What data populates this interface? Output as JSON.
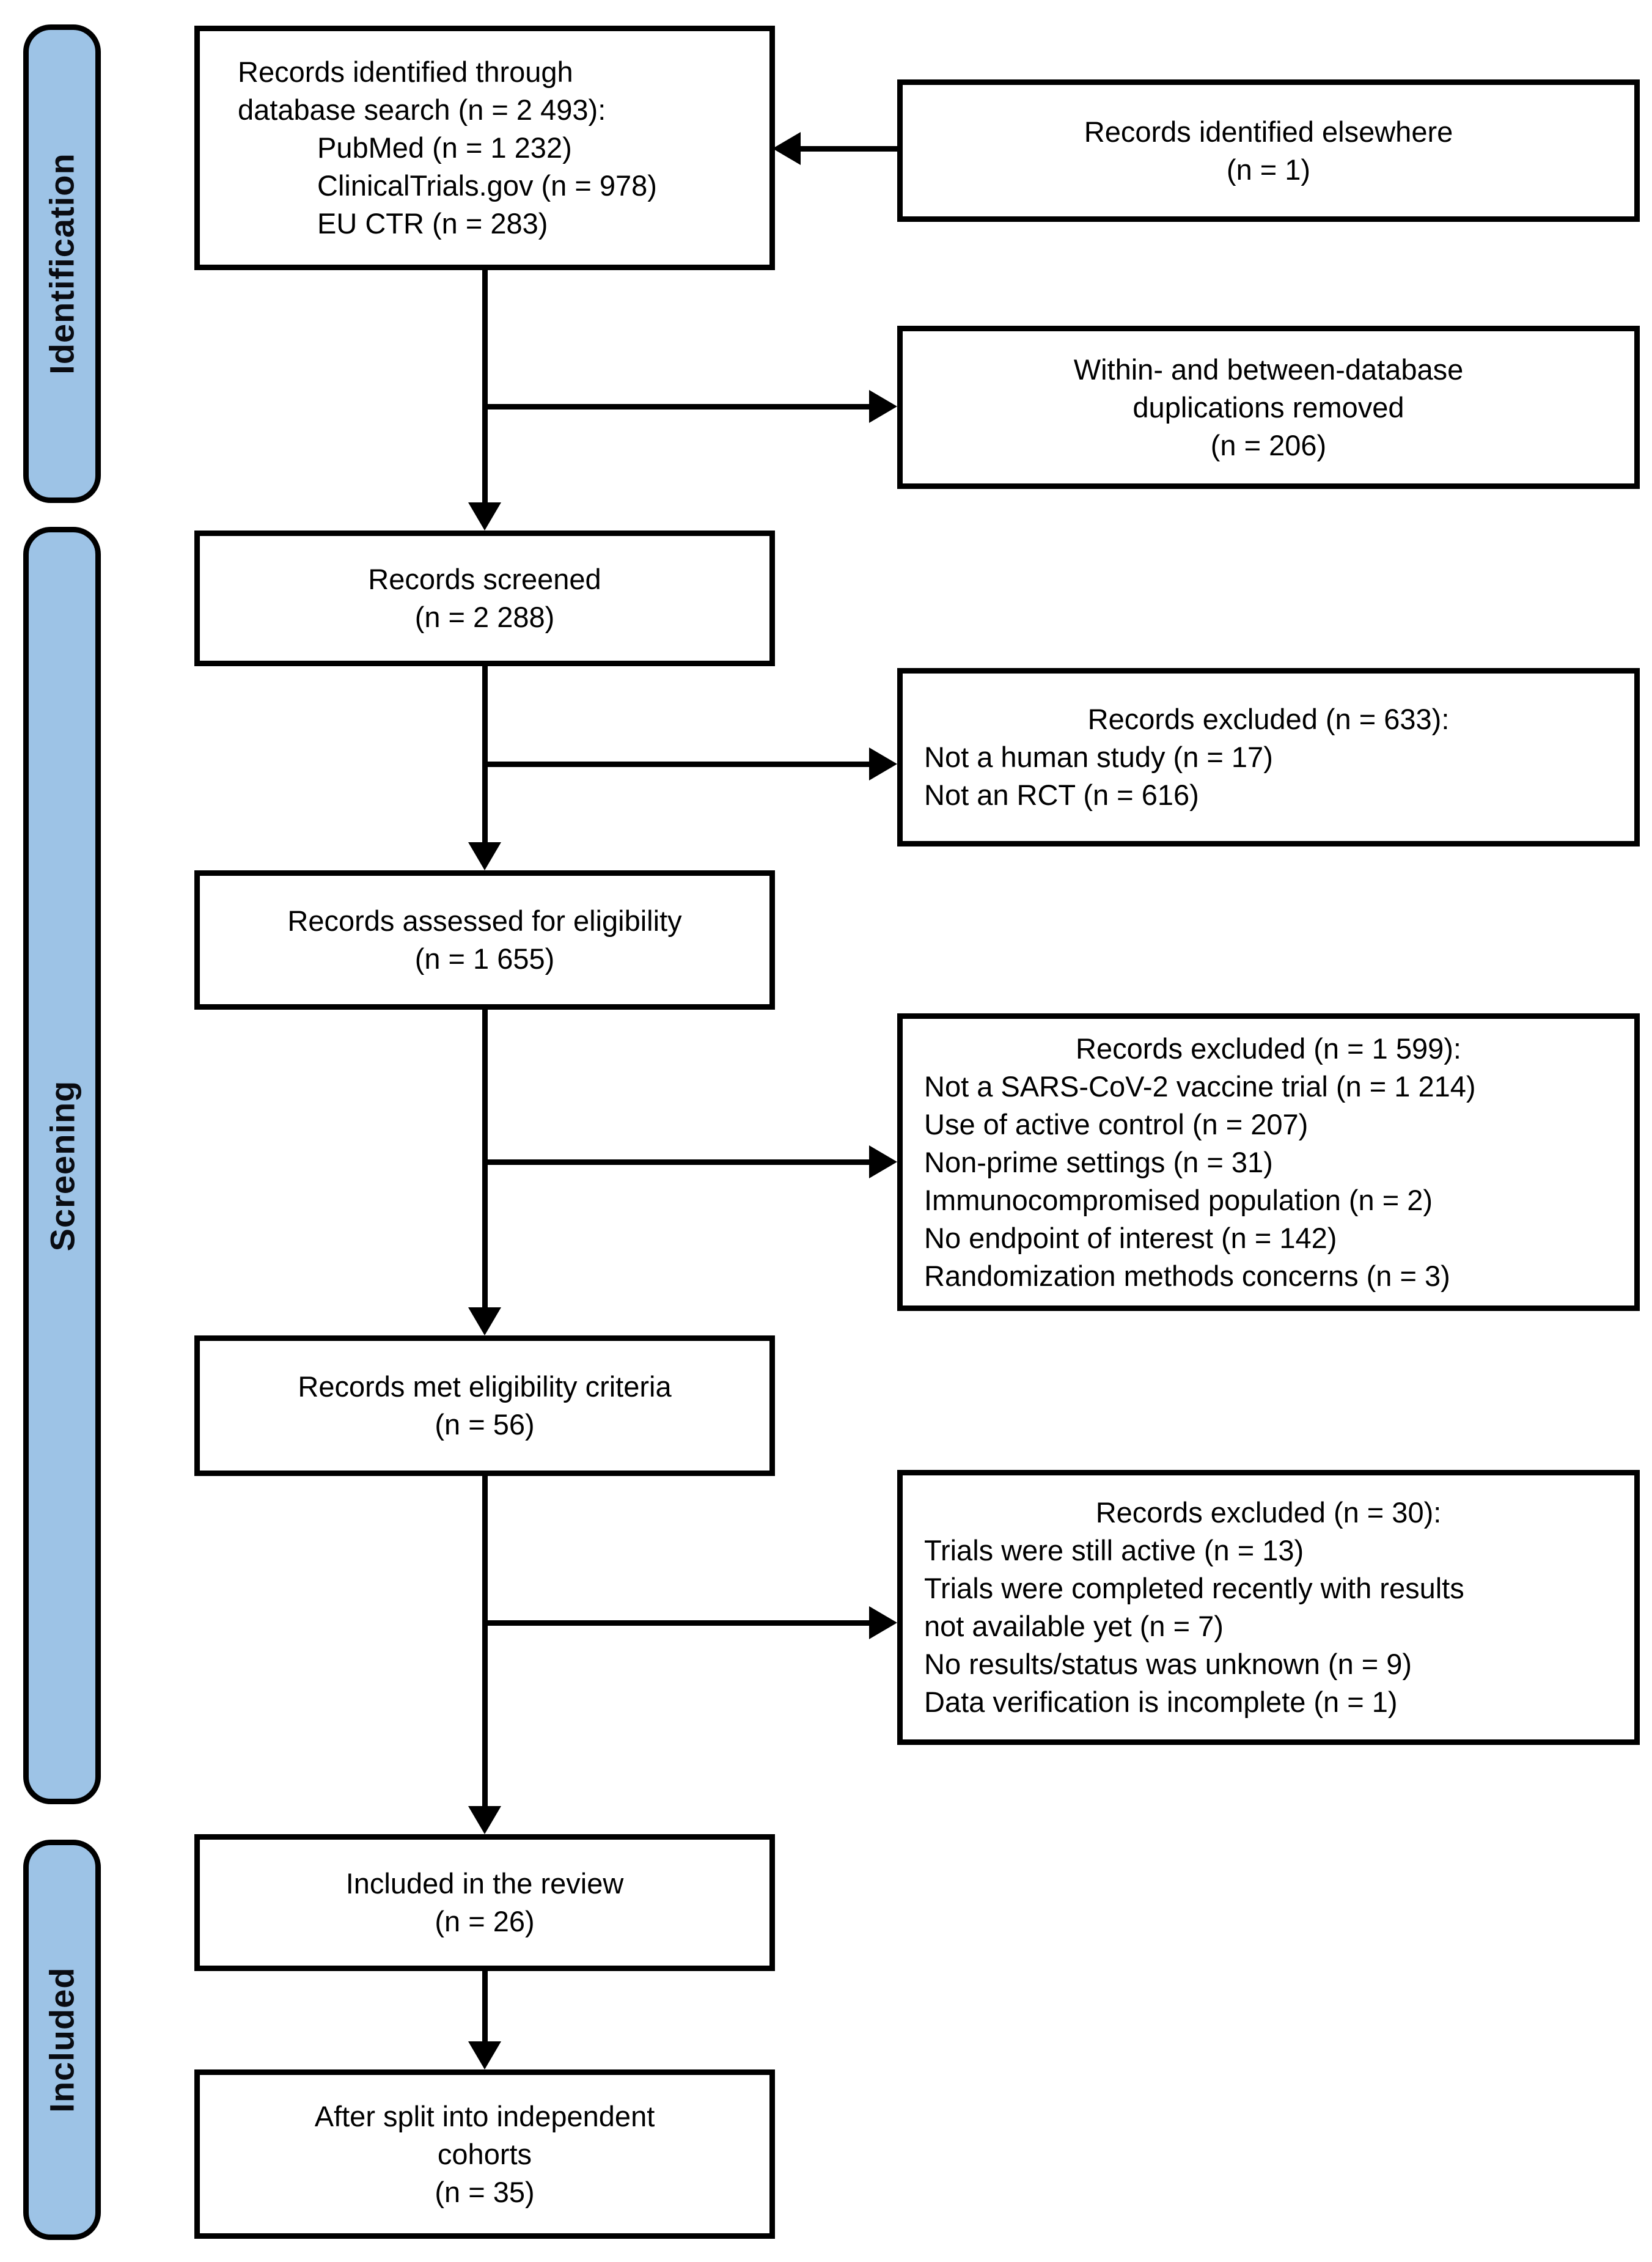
{
  "sidebar": {
    "identification": "Identification",
    "screening": "Screening",
    "included": "Included"
  },
  "boxes": {
    "identified": {
      "line1": "Records identified through",
      "line2": "database search (n = 2 493):",
      "item1": "PubMed (n = 1 232)",
      "item2": "ClinicalTrials.gov (n = 978)",
      "item3": "EU CTR (n = 283)"
    },
    "elsewhere": {
      "line1": "Records identified elsewhere",
      "line2": "(n = 1)"
    },
    "duplications": {
      "line1": "Within- and between-database",
      "line2": "duplications removed",
      "line3": "(n = 206)"
    },
    "screened": {
      "line1": "Records screened",
      "line2": "(n = 2 288)"
    },
    "excluded_screening": {
      "heading": "Records excluded (n = 633):",
      "item1": "Not a human study (n = 17)",
      "item2": "Not an RCT (n = 616)"
    },
    "assessed": {
      "line1": "Records assessed for eligibility",
      "line2": "(n = 1 655)"
    },
    "excluded_eligibility": {
      "heading": "Records excluded (n = 1 599):",
      "item1": "Not a SARS-CoV-2 vaccine trial (n = 1 214)",
      "item2": "Use of active control (n = 207)",
      "item3": "Non-prime settings (n = 31)",
      "item4": "Immunocompromised population (n = 2)",
      "item5": "No endpoint of interest (n = 142)",
      "item6": "Randomization methods concerns (n = 3)"
    },
    "eligible": {
      "line1": "Records met eligibility criteria",
      "line2": "(n = 56)"
    },
    "excluded_final": {
      "heading": "Records excluded (n = 30):",
      "item1": "Trials were still active (n = 13)",
      "item2": "Trials were completed recently with results",
      "item3": "not available yet (n = 7)",
      "item4": "No results/status was unknown (n = 9)",
      "item5": "Data verification is incomplete (n = 1)"
    },
    "included_review": {
      "line1": "Included in the review",
      "line2": "(n = 26)"
    },
    "split_cohorts": {
      "line1": "After split into independent",
      "line2": "cohorts",
      "line3": "(n = 35)"
    }
  },
  "colors": {
    "stage_fill": "#9DC3E6",
    "stage_border": "#000000",
    "box_border": "#000000",
    "arrow": "#000000"
  }
}
